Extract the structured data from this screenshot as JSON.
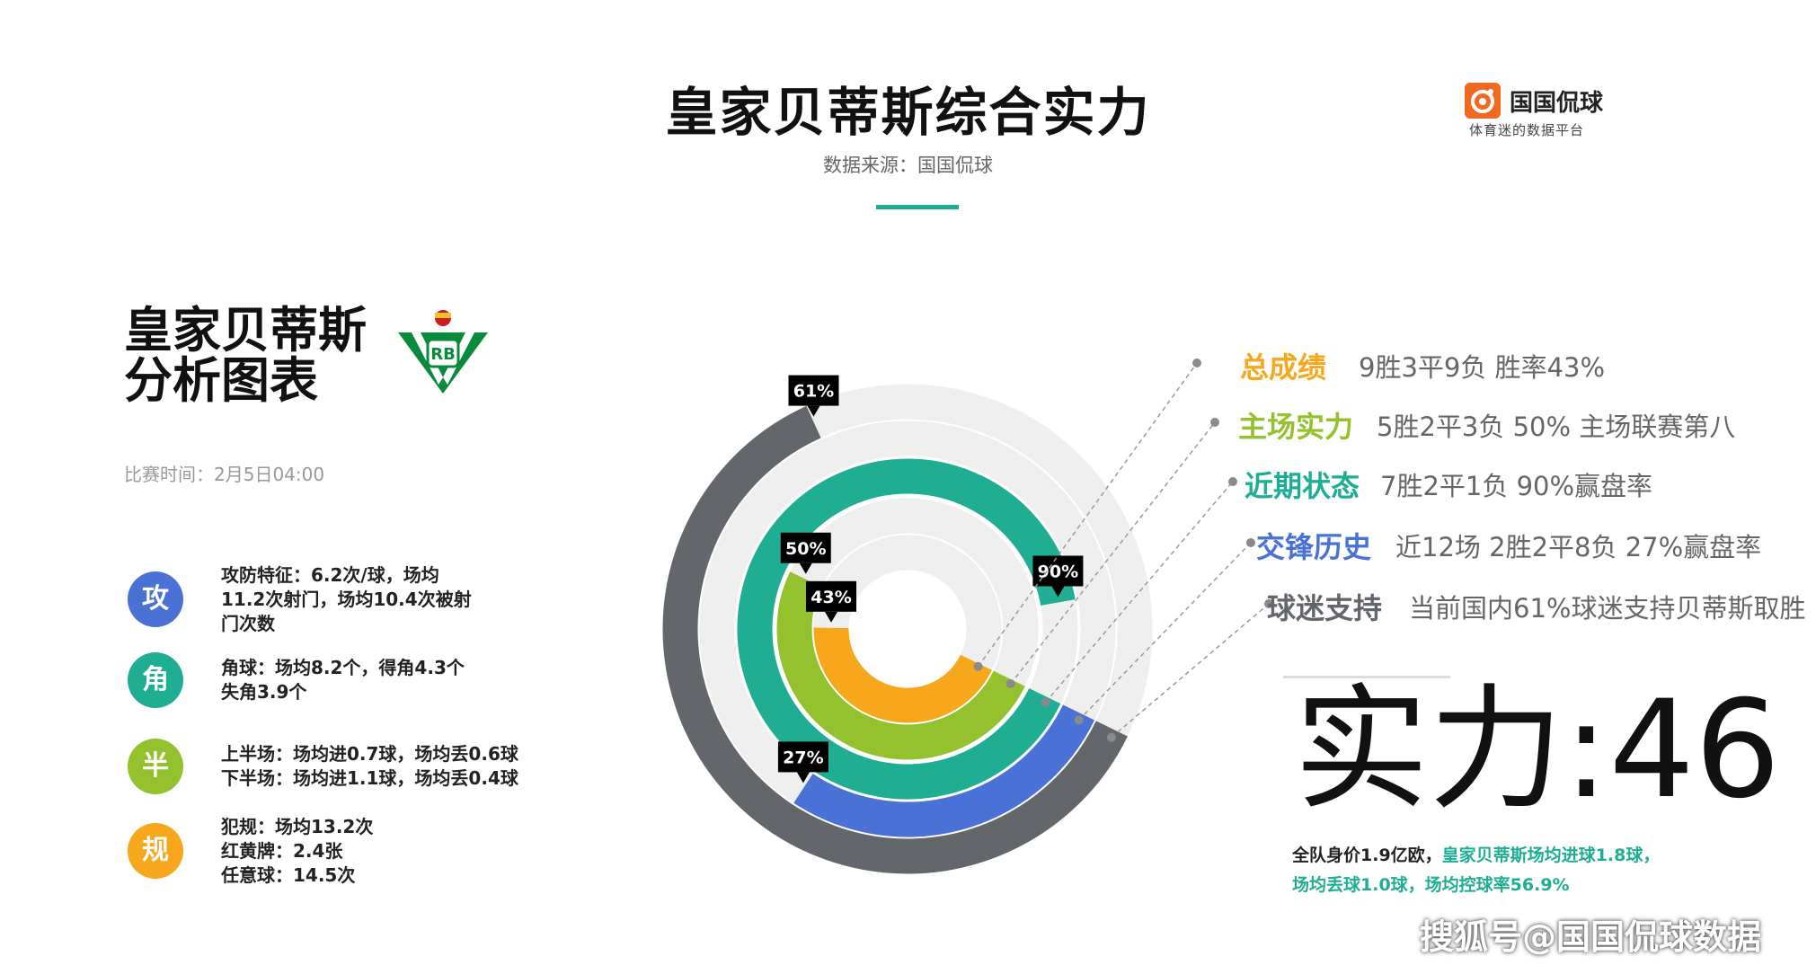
{
  "header": {
    "title": "皇家贝蒂斯综合实力",
    "subtitle": "数据来源：国国侃球"
  },
  "brand": {
    "name": "国国侃球",
    "tagline": "体育迷的数据平台"
  },
  "team": {
    "heading_line1": "皇家贝蒂斯",
    "heading_line2": "分析图表",
    "match_time": "比赛时间：2月5日04:00"
  },
  "stats": [
    {
      "char": "攻",
      "color": "#4a72d6",
      "lines": [
        "攻防特征：6.2次/球，场均",
        "11.2次射门，场均10.4次被射",
        "门次数"
      ]
    },
    {
      "char": "角",
      "color": "#1fae94",
      "lines": [
        "角球：场均8.2个，得角4.3个",
        "失角3.9个"
      ]
    },
    {
      "char": "半",
      "color": "#94c12e",
      "lines": [
        "上半场：场均进0.7球，场均丢0.6球",
        "下半场：场均进1.1球，场均丢0.4球"
      ]
    },
    {
      "char": "规",
      "color": "#f6a71b",
      "lines": [
        "犯规：场均13.2次",
        "红黄牌：2.4张",
        "任意球：14.5次"
      ]
    }
  ],
  "chart_data": {
    "type": "radial_bar",
    "unit": "%",
    "max": 100,
    "series": [
      {
        "name": "总成绩",
        "value": 43,
        "label": "43%",
        "color": "#f6a71b",
        "desc": "9胜3平9负 胜率43%"
      },
      {
        "name": "主场实力",
        "value": 50,
        "label": "50%",
        "color": "#94c12e",
        "desc": "5胜2平3负 50% 主场联赛第八"
      },
      {
        "name": "近期状态",
        "value": 90,
        "label": "90%",
        "color": "#1fae94",
        "desc": "7胜2平1负 90%赢盘率"
      },
      {
        "name": "交锋历史",
        "value": 27,
        "label": "27%",
        "color": "#4a72d6",
        "desc": "近12场 2胜2平8负  27%赢盘率"
      },
      {
        "name": "球迷支持",
        "value": 61,
        "label": "61%",
        "color": "#63666a",
        "desc": "当前国内61%球迷支持贝蒂斯取胜"
      }
    ],
    "track_color": "#efefef"
  },
  "strength": {
    "value": "实力:46",
    "summary_dark": "全队身价1.9亿欧，",
    "summary_green_1": "皇家贝蒂斯场均进球1.8球，",
    "summary_green_2": "场均丢球1.0球，场均控球率56.9%"
  },
  "watermark": "搜狐号@国国侃球数据"
}
